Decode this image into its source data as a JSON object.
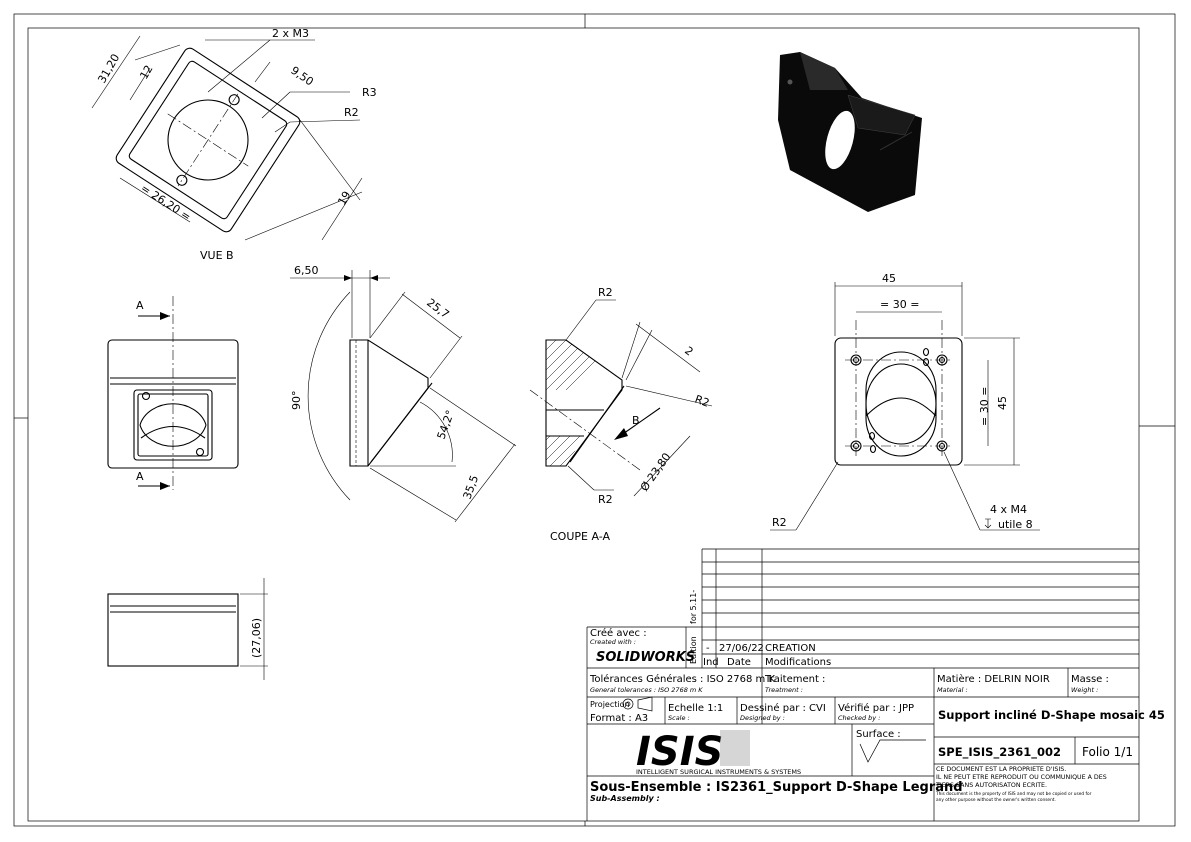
{
  "views": {
    "vue_b": {
      "caption": "VUE B",
      "dims": {
        "holes": "2 x M3",
        "d3120": "31,20",
        "d12": "12",
        "d950": "9,50",
        "r3": "R3",
        "r2": "R2",
        "d2620": "= 26,20 =",
        "d19": "19"
      }
    },
    "front": {
      "section_a_top": "A",
      "section_a_bottom": "A"
    },
    "side": {
      "d650": "6,50",
      "d257": "25,7",
      "d90": "90°",
      "d542": "54,2°",
      "d355": "35,5"
    },
    "section": {
      "caption": "COUPE A-A",
      "dims": {
        "r2_top": "R2",
        "d2": "2",
        "r2_mid": "R2",
        "b_label": "B",
        "diameter": "Ø 23,80",
        "r2_bottom": "R2"
      }
    },
    "flange": {
      "dims": {
        "d45_top": "45",
        "d30_top": "= 30 =",
        "d30_right": "= 30 =",
        "d45_right": "45",
        "r2": "R2",
        "holes_line1": "4 x M4",
        "holes_line2": "utile 8"
      }
    },
    "bottom": {
      "d2706": "(27,06)"
    }
  },
  "title_block": {
    "cree_avec": "Créé avec :",
    "created_with": "Created with :",
    "software": "SOLIDWORKS",
    "edition_label": "Edition",
    "version": "for 5.11-",
    "rev_ind": "-",
    "rev_date": "27/06/22",
    "rev_mod": "CREATION",
    "col_ind": "Ind",
    "col_date": "Date",
    "col_mod": "Modifications",
    "tolerances": "Tolérances Générales : ISO 2768 m K",
    "tolerances_en": "General tolerances : ISO 2768 m K",
    "traitement": "Traitement :",
    "treatment": "Treatment :",
    "matiere": "Matière : DELRIN NOIR",
    "material": "Material :",
    "masse": "Masse :",
    "weight": "Weight :",
    "projection": "Projection",
    "format": "Format : A3",
    "echelle": "Echelle 1:1",
    "scale": "Scale :",
    "dessine": "Dessiné par : CVI",
    "designed": "Designed by :",
    "verifie": "Vérifié par : JPP",
    "checked": "Checked by :",
    "title": "Support incliné D-Shape mosaic 45",
    "surface": "Surface :",
    "drawing_number": "SPE_ISIS_2361_002",
    "folio": "Folio 1/1",
    "logo_text": "ISIS",
    "logo_caption": "INTELLIGENT SURGICAL INSTRUMENTS & SYSTEMS",
    "sous_ensemble": "Sous-Ensemble : IS2361_Support D-Shape Legrand",
    "sub_assembly": "Sub-Assembly :",
    "legal1": "CE DOCUMENT EST LA PROPRIETE D'ISIS.",
    "legal2": "IL NE PEUT ETRE REPRODUIT OU COMMUNIQUE A DES",
    "legal3": "TIERS SANS AUTORISATON ECRITE.",
    "legal4": "This document is the property of ISIS and may not be copied or used for",
    "legal5": "any other purpose without the owner's written consent."
  },
  "colors": {
    "logo_blue": "#1f3f8f",
    "logo_grey": "#8a8a8a",
    "ink": "#000000",
    "part": "#0a0a0a"
  }
}
